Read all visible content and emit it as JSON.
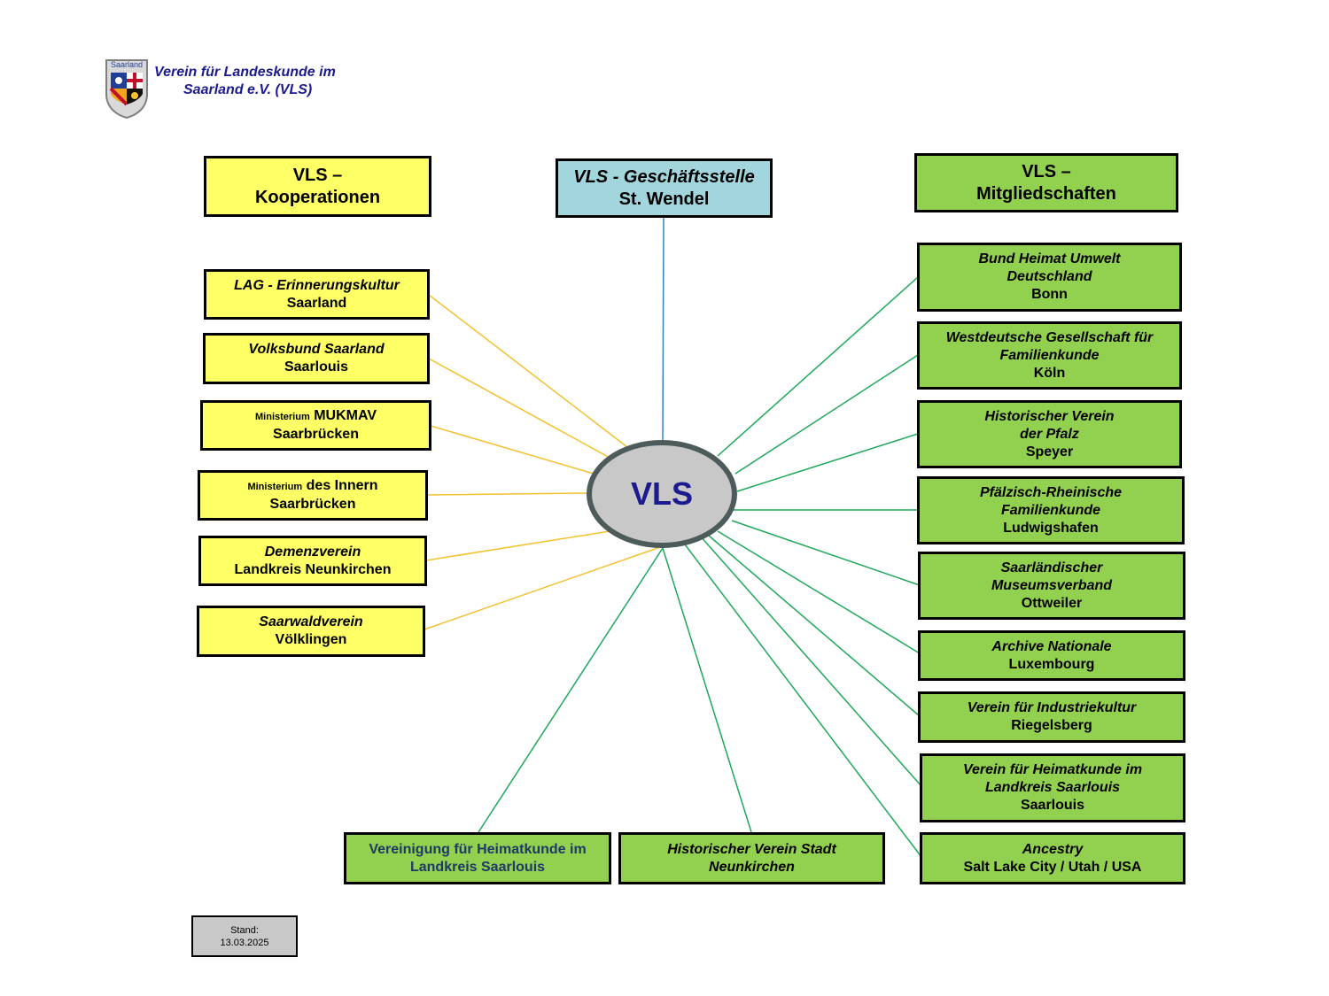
{
  "header": {
    "logo_text": "Saarland",
    "title_line1": "Verein für Landeskunde im",
    "title_line2": "Saarland e.V. (VLS)"
  },
  "center": {
    "label": "VLS"
  },
  "headers": {
    "kooperationen": {
      "line1": "VLS –",
      "line2": "Kooperationen"
    },
    "geschaeftsstelle": {
      "line1": "VLS - Geschäftsstelle",
      "line2": "St. Wendel"
    },
    "mitgliedschaften": {
      "line1": "VLS –",
      "line2": "Mitgliedschaften"
    }
  },
  "kooperationen": [
    {
      "line1": "LAG - Erinnerungskultur",
      "line2": "Saarland"
    },
    {
      "line1": "Volksbund Saarland",
      "line2": "Saarlouis"
    },
    {
      "prefix": "Ministerium",
      "line1": "MUKMAV",
      "line2": "Saarbrücken"
    },
    {
      "prefix": "Ministerium",
      "line1": "des Innern",
      "line2": "Saarbrücken"
    },
    {
      "line1": "Demenzverein",
      "line2": "Landkreis Neunkirchen"
    },
    {
      "line1": "Saarwaldverein",
      "line2": "Völklingen"
    }
  ],
  "mitgliedschaften": [
    {
      "line1": "Bund Heimat Umwelt",
      "line2": "Deutschland",
      "line3": "Bonn"
    },
    {
      "line1": "Westdeutsche Gesellschaft für",
      "line2": "Familienkunde",
      "line3": "Köln"
    },
    {
      "line1": "Historischer Verein",
      "line2": "der Pfalz",
      "line3": "Speyer"
    },
    {
      "line1": "Pfälzisch-Rheinische",
      "line2": "Familienkunde",
      "line3": "Ludwigshafen"
    },
    {
      "line1": "Saarländischer",
      "line2": "Museumsverband",
      "line3": "Ottweiler"
    },
    {
      "line1": "Archive Nationale",
      "line2": "Luxembourg"
    },
    {
      "line1": "Verein für Industriekultur",
      "line2": "Riegelsberg"
    },
    {
      "line1": "Verein für Heimatkunde im",
      "line2": "Landkreis Saarlouis",
      "line3": "Saarlouis"
    },
    {
      "line1": "Ancestry",
      "line2": "Salt Lake City / Utah / USA"
    }
  ],
  "bottom": [
    {
      "line1": "Vereinigung für Heimatkunde im",
      "line2": "Landkreis Saarlouis"
    },
    {
      "line1": "Historischer Verein Stadt",
      "line2": "Neunkirchen"
    }
  ],
  "stand": {
    "label": "Stand:",
    "date": "13.03.2025"
  },
  "colors": {
    "yellow": "#ffff66",
    "green": "#92d050",
    "blue": "#a2d5dc",
    "line_yellow": "#f2c12e",
    "line_green": "#1fa85a",
    "line_blue": "#2e86c1",
    "center_text": "#1b1b8f"
  }
}
